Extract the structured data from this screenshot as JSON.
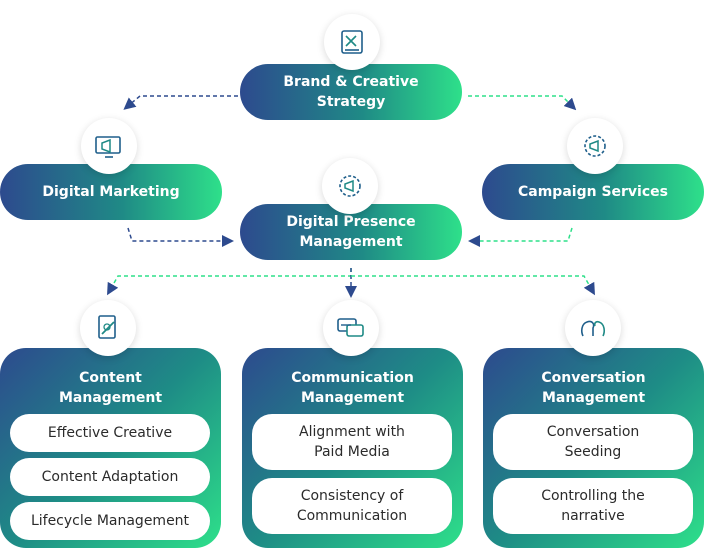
{
  "nodes": {
    "brand": "Brand & Creative\nStrategy",
    "digital_marketing": "Digital Marketing",
    "campaign_services": "Campaign Services",
    "presence": "Digital Presence\nManagement"
  },
  "cards": {
    "content": {
      "title": "Content\nManagement",
      "items": [
        "Effective Creative",
        "Content Adaptation",
        "Lifecycle Management"
      ]
    },
    "communication": {
      "title": "Communication\nManagement",
      "items": [
        "Alignment with\nPaid Media",
        "Consistency of\nCommunication"
      ]
    },
    "conversation": {
      "title": "Conversation\nManagement",
      "items": [
        "Conversation\nSeeding",
        "Controlling the\nnarrative"
      ]
    }
  },
  "colors": {
    "navy": "#2d4a8e",
    "teal": "#1f8a86",
    "green": "#2ee08a"
  },
  "icons": [
    "strategy-tools-icon",
    "megaphone-screen-icon",
    "gear-megaphone-icon",
    "gear-bullhorn-icon",
    "pen-document-icon",
    "chat-bubbles-icon",
    "conversation-heads-icon"
  ]
}
